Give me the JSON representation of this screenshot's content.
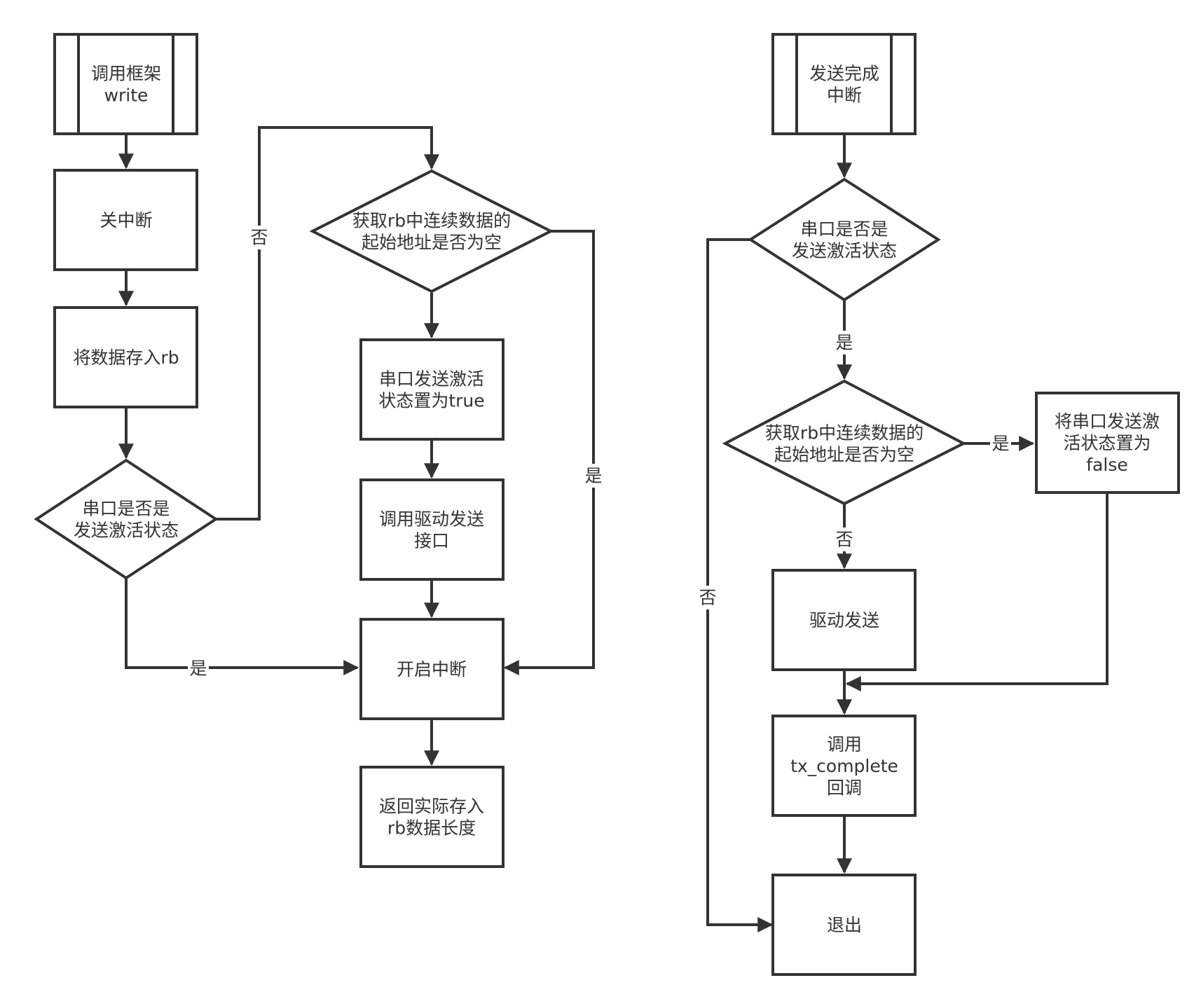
{
  "left_chart": {
    "start_call_write": [
      "调用框架",
      "write"
    ],
    "disable_irq": [
      "关中断"
    ],
    "store_to_rb": [
      "将数据存入rb"
    ],
    "check_tx_active": [
      "串口是否是",
      "发送激活状态"
    ],
    "check_rb_empty": [
      "获取rb中连续数据的",
      "起始地址是否为空"
    ],
    "set_tx_active_true": [
      "串口发送激活",
      "状态置为true"
    ],
    "call_driver_send": [
      "调用驱动发送",
      "接口"
    ],
    "enable_irq": [
      "开启中断"
    ],
    "return_len": [
      "返回实际存入",
      "rb数据长度"
    ],
    "label_no_active": "否",
    "label_yes_active": "是",
    "label_yes_empty": "是"
  },
  "right_chart": {
    "start_tx_done": [
      "发送完成",
      "中断"
    ],
    "check_tx_active": [
      "串口是否是",
      "发送激活状态"
    ],
    "check_rb_empty": [
      "获取rb中连续数据的",
      "起始地址是否为空"
    ],
    "set_tx_active_false": [
      "将串口发送激",
      "活状态置为",
      "false"
    ],
    "driver_send": [
      "驱动发送"
    ],
    "call_tx_complete": [
      "调用",
      "tx_complete",
      "回调"
    ],
    "exit": [
      "退出"
    ],
    "label_yes_active": "是",
    "label_no_active": "否",
    "label_yes_empty": "是",
    "label_no_empty": "否"
  }
}
